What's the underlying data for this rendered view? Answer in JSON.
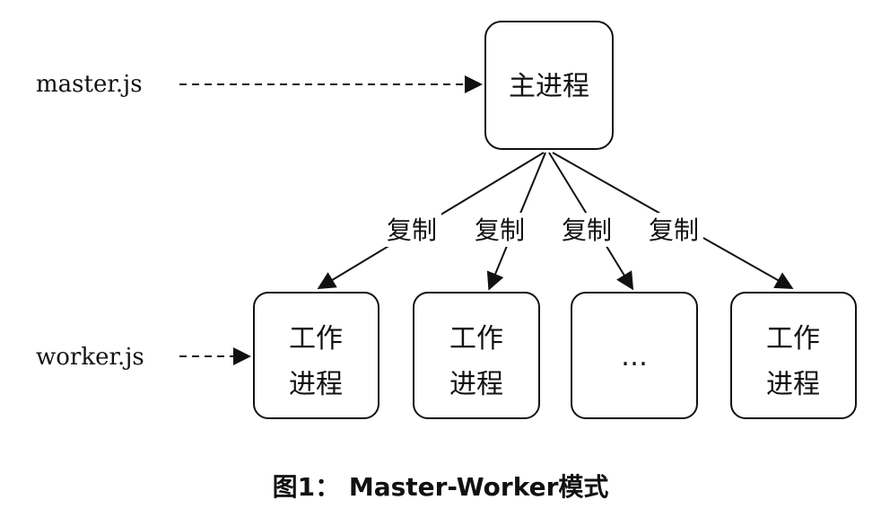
{
  "left_labels": {
    "master": "master.js",
    "worker": "worker.js"
  },
  "nodes": {
    "master": "主进程",
    "worker1": [
      "工作",
      "进程"
    ],
    "worker2": [
      "工作",
      "进程"
    ],
    "ellipsis": "…",
    "worker4": [
      "工作",
      "进程"
    ]
  },
  "edges": {
    "copy_labels": [
      "复制",
      "复制",
      "复制",
      "复制"
    ]
  },
  "caption": "图1： Master-Worker模式"
}
